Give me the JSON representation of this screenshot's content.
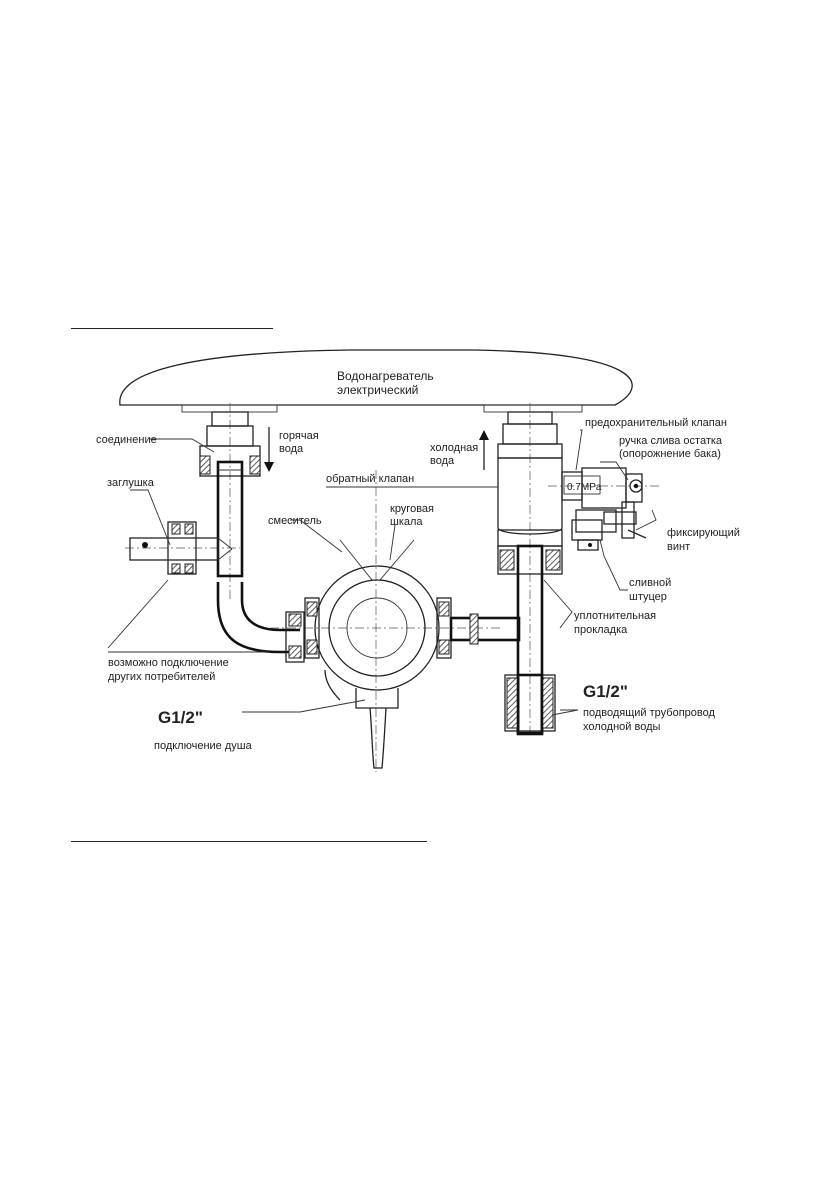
{
  "diagram": {
    "heater_title_line1": "Водонагреватель",
    "heater_title_line2": "электрический",
    "labels": {
      "connection": "соединение",
      "hot_water_line1": "горячая",
      "hot_water_line2": "вода",
      "plug": "заглушка",
      "cold_water_line1": "холодная",
      "cold_water_line2": "вода",
      "safety_valve": "предохранительный клапан",
      "drain_handle_line1": "ручка слива остатка",
      "drain_handle_line2": "(опорожнение бака)",
      "check_valve": "обратный клапан",
      "pressure_tag": "0.7MPa",
      "mixer": "смеситель",
      "dial_line1": "круговая",
      "dial_line2": "шкала",
      "fixing_screw_line1": "фиксирующий",
      "fixing_screw_line2": "винт",
      "drain_fitting_line1": "сливной",
      "drain_fitting_line2": "штуцер",
      "gasket_line1": "уплотнительная",
      "gasket_line2": "прокладка",
      "other_consumers_line1": "возможно подключение",
      "other_consumers_line2": "других потребителей",
      "thread_left": "G1/2\"",
      "shower_connection": "подключение душа",
      "thread_right": "G1/2\"",
      "supply_pipe_line1": "подводящий трубопровод",
      "supply_pipe_line2": "холодной воды"
    }
  }
}
